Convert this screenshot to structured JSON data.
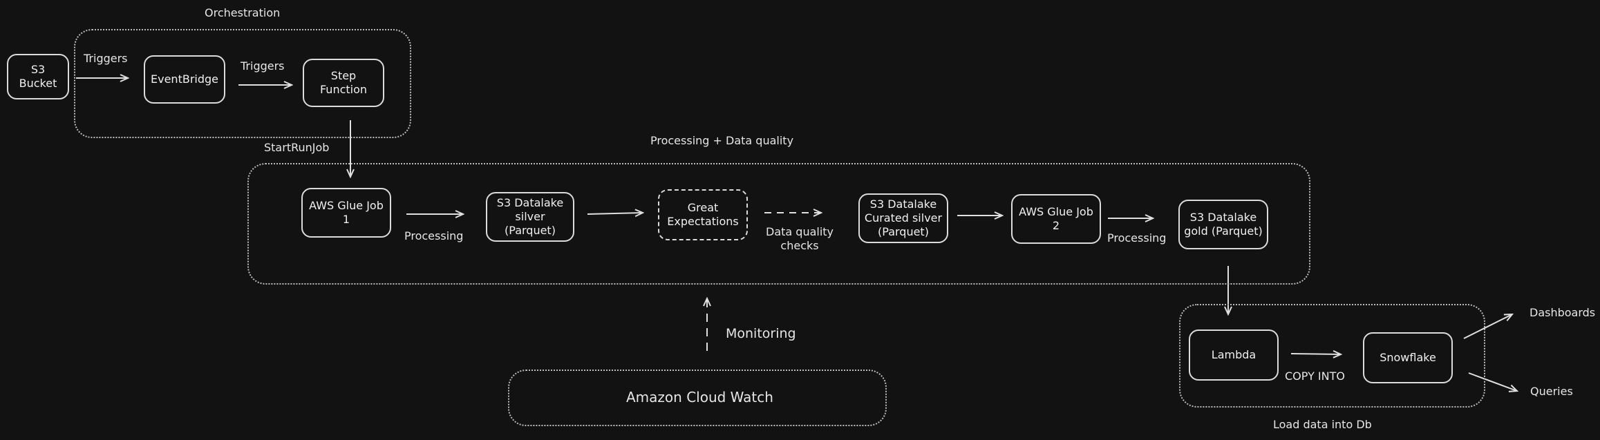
{
  "groups": {
    "orchestration": "Orchestration",
    "processing": "Processing + Data quality",
    "load": "Load data into Db"
  },
  "nodes": {
    "s3_bucket": "S3\nBucket",
    "eventbridge": "EventBridge",
    "step_function": "Step\nFunction",
    "glue_job_1": "AWS Glue Job\n1",
    "s3_silver": "S3 Datalake\nsilver\n(Parquet)",
    "great_expectations": "Great\nExpectations",
    "s3_curated_silver": "S3 Datalake\nCurated silver\n(Parquet)",
    "glue_job_2": "AWS Glue Job\n2",
    "s3_gold": "S3 Datalake\ngold (Parquet)",
    "lambda": "Lambda",
    "snowflake": "Snowflake",
    "cloudwatch": "Amazon Cloud Watch"
  },
  "edge_labels": {
    "triggers_1": "Triggers",
    "triggers_2": "Triggers",
    "start_run_job": "StartRunJob",
    "processing_1": "Processing",
    "data_quality_checks": "Data quality\nchecks",
    "processing_2": "Processing",
    "monitoring": "Monitoring",
    "copy_into": "COPY INTO"
  },
  "outputs": {
    "dashboards": "Dashboards",
    "queries": "Queries"
  }
}
